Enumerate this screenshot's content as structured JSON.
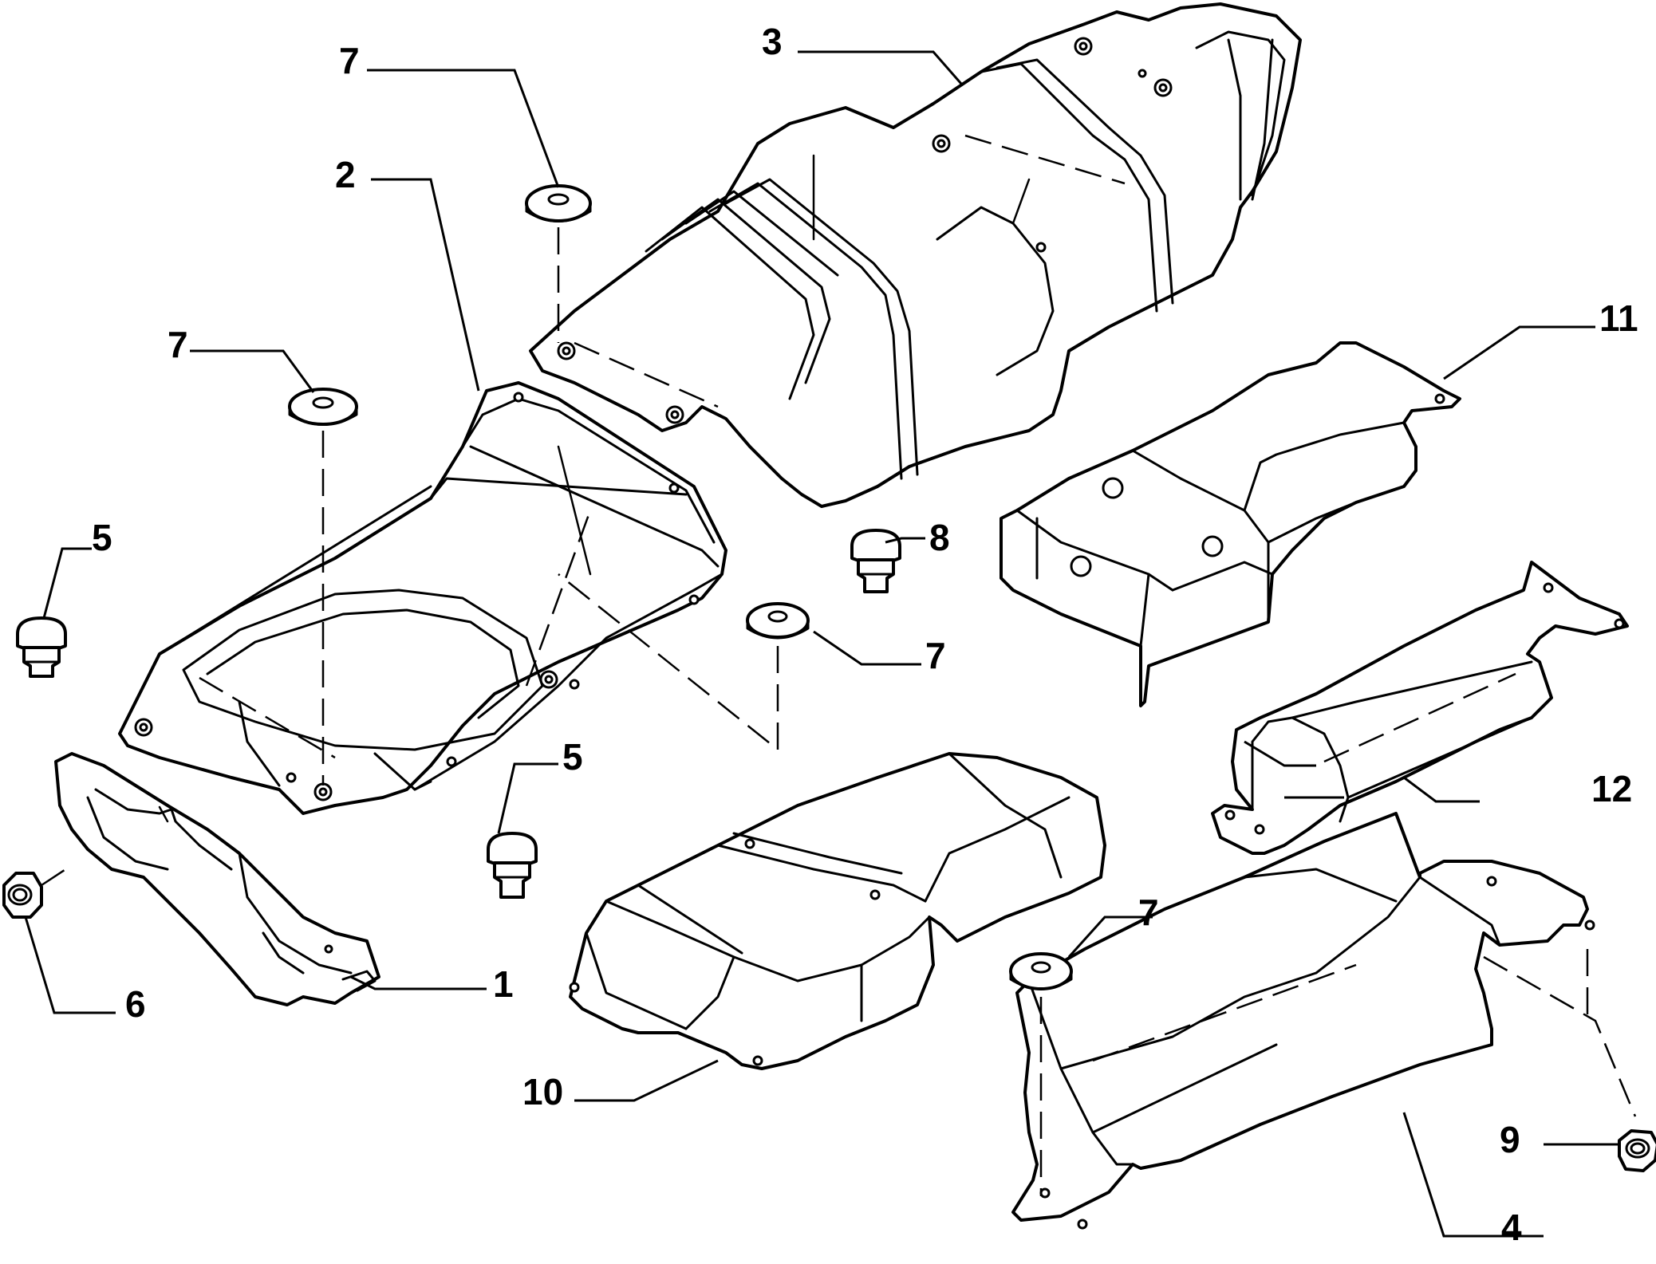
{
  "callouts": [
    {
      "id": "c1",
      "text": "1"
    },
    {
      "id": "c2",
      "text": "2"
    },
    {
      "id": "c3",
      "text": "3"
    },
    {
      "id": "c4",
      "text": "4"
    },
    {
      "id": "c5a",
      "text": "5"
    },
    {
      "id": "c5b",
      "text": "5"
    },
    {
      "id": "c6",
      "text": "6"
    },
    {
      "id": "c7a",
      "text": "7"
    },
    {
      "id": "c7b",
      "text": "7"
    },
    {
      "id": "c7c",
      "text": "7"
    },
    {
      "id": "c7d",
      "text": "7"
    },
    {
      "id": "c8",
      "text": "8"
    },
    {
      "id": "c9",
      "text": "9"
    },
    {
      "id": "c10",
      "text": "10"
    },
    {
      "id": "c11",
      "text": "11"
    },
    {
      "id": "c12",
      "text": "12"
    }
  ]
}
